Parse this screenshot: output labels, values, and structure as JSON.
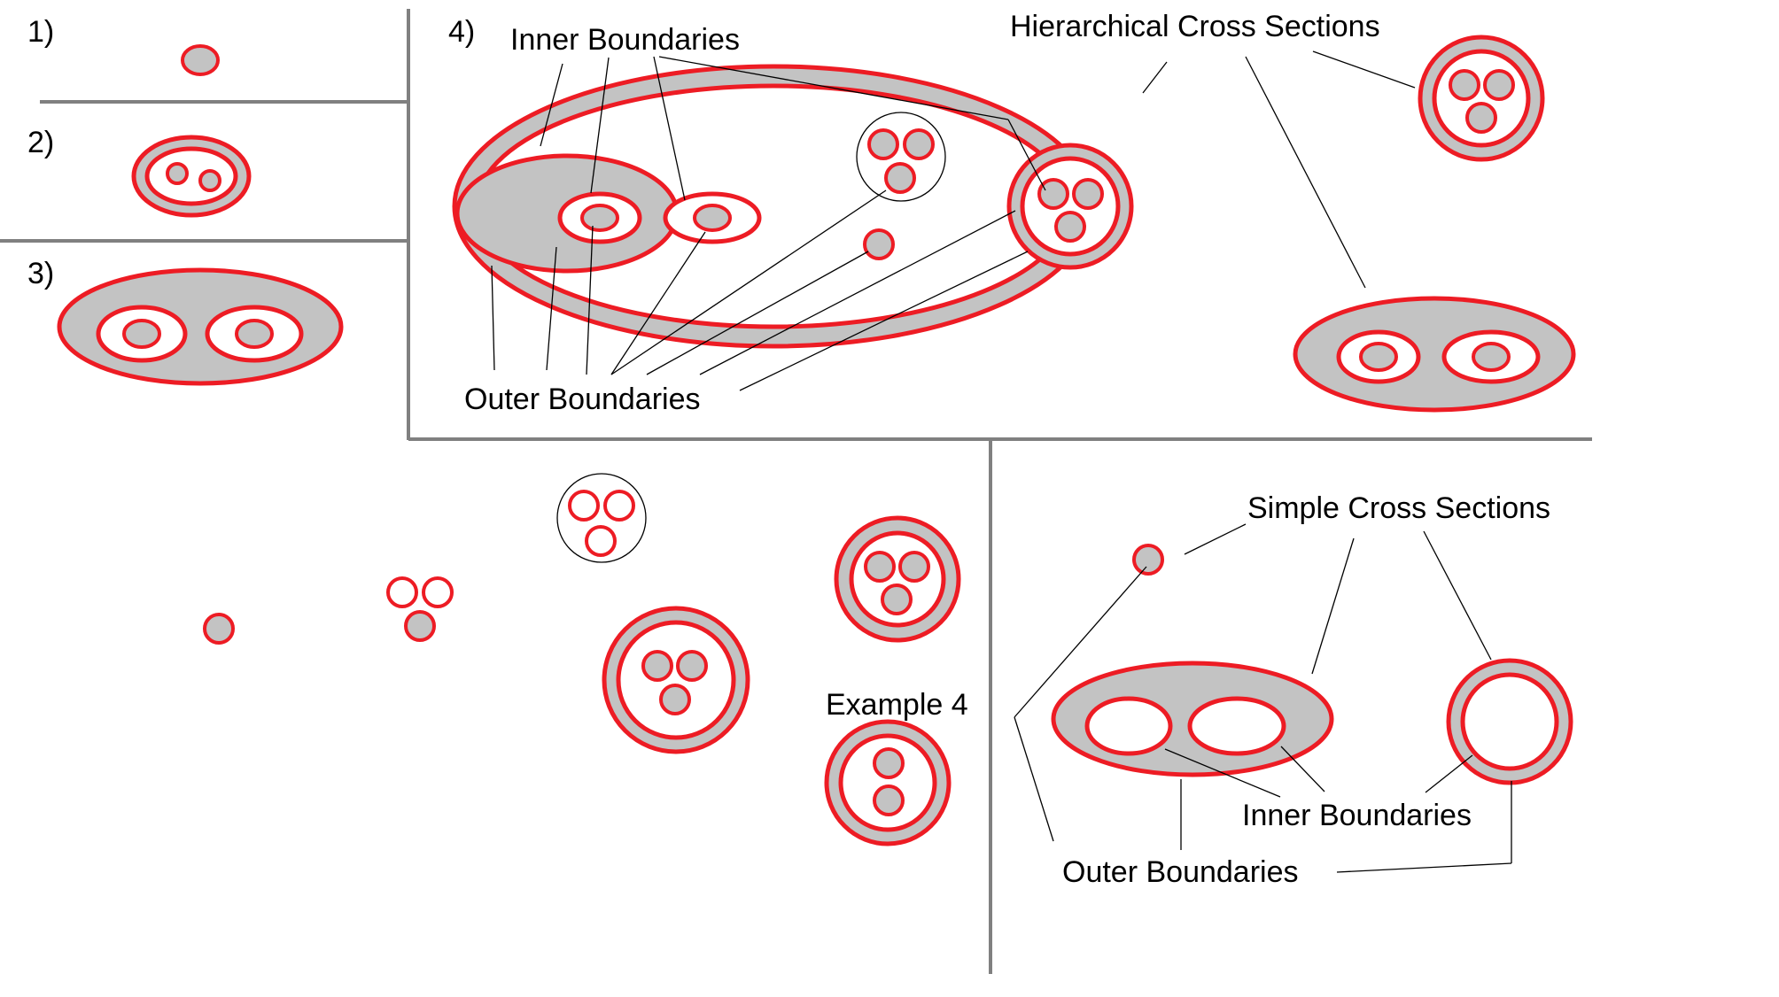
{
  "colors": {
    "boundary": "#ed1c24",
    "material": "#c3c3c3",
    "hole": "#ffffff",
    "divider": "#808080",
    "leader": "#000000"
  },
  "panels": {
    "p1": {
      "number": "1)"
    },
    "p2": {
      "number": "2)"
    },
    "p3": {
      "number": "3)"
    },
    "p4": {
      "number": "4)",
      "inner_label": "Inner Boundaries",
      "outer_label": "Outer Boundaries",
      "hierarchical_label": "Hierarchical Cross Sections"
    },
    "example": {
      "label": "Example 4"
    },
    "simple": {
      "title": "Simple Cross Sections",
      "inner_label": "Inner Boundaries",
      "outer_label": "Outer Boundaries"
    }
  }
}
